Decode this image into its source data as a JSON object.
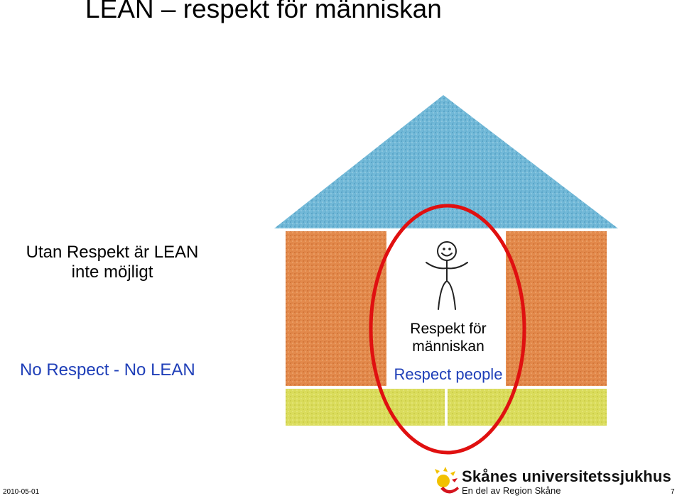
{
  "slide": {
    "title": "LEAN – respekt för människan",
    "left_line1": "Utan Respekt är LEAN",
    "left_line2": "inte möjligt",
    "left_english": "No Respect - No LEAN"
  },
  "house": {
    "center_label_line1": "Respekt för",
    "center_label_line2": "människan",
    "center_label_english": "Respect people",
    "colors": {
      "roof": "#6fb6d6",
      "walls": "#e58a4a",
      "foundation": "#d9dc5a",
      "highlight_ellipse": "#e01010",
      "accent_text": "#1f3fb8"
    },
    "icons": [
      "stick-figure-icon"
    ]
  },
  "footer": {
    "date": "2010-05-01",
    "page_number": "7",
    "logo_name": "Skånes universitetssjukhus",
    "logo_subtitle": "En del av Region Skåne"
  }
}
